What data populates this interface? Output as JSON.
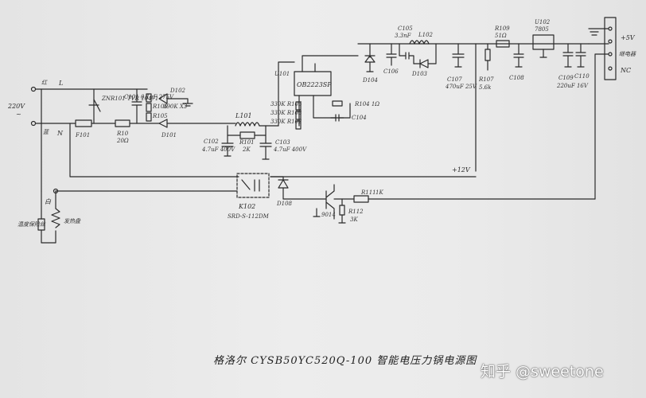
{
  "title": "格洛尔 CYSB50YC520Q-100 智能电压力锅电源图",
  "watermark": "知乎 @sweetone",
  "labels": {
    "live": "L",
    "live_cn": "红",
    "neutral": "N",
    "neutral_cn": "蓝",
    "mains": "220V",
    "mains_ac": "~",
    "white": "白",
    "thermal_fuse": "温度保险丝",
    "heater": "发热盘",
    "varistor": "ZNR101 TVR 10471",
    "c101": "C101 0.1uF 275V",
    "r106": "R106",
    "r105a": "R105",
    "r106b": "390K X3",
    "d102": "D102",
    "d101": "D101",
    "f101": "F101",
    "r10": "R10",
    "r10v": "20Ω",
    "l101": "L101",
    "r101": "R101",
    "r101v": "2K",
    "c102": "C102",
    "c102v": "4.7uF 400V",
    "c103": "C103",
    "c103v": "4.7uF 400V",
    "u101": "U101",
    "ic": "OB2223SP",
    "r105": "330K R105",
    "r103": "330K R103",
    "r102": "330K R102",
    "r104": "R104 1Ω",
    "c104": "C104",
    "d104": "D104",
    "c106": "C106",
    "c105": "C105",
    "c105v": "3.3nF",
    "l102": "L102",
    "d103": "D103",
    "c107": "C107",
    "c107v": "470uF 25V",
    "r107": "R107",
    "r107v": "5.6k",
    "r109": "R109",
    "r109v": "51Ω",
    "c108": "C108",
    "u102": "U102",
    "u102v": "7805",
    "c109": "C109",
    "c109v": "220uF 16V",
    "c110": "C110",
    "plus5": "+5V",
    "relay_out": "继电器",
    "nc": "NC",
    "v12": "+12V",
    "k102": "K102",
    "relay_model": "SRD-S-112DM",
    "d108": "D108",
    "r111": "R111",
    "r111v": "1K",
    "q101": "9014",
    "r112": "R112",
    "r112v": "3K"
  }
}
